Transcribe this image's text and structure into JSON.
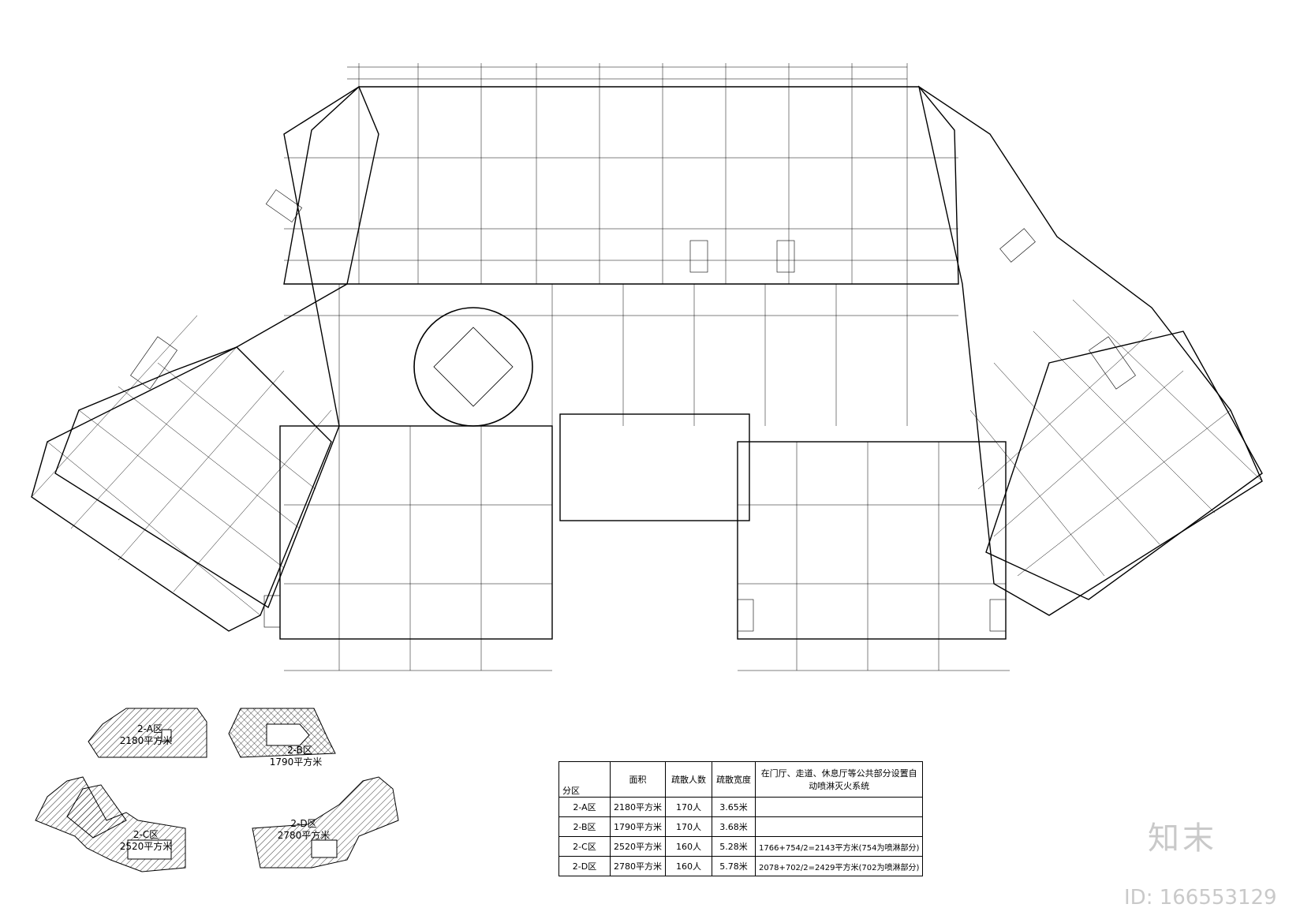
{
  "watermark": {
    "brand": "知末",
    "id": "ID: 166553129"
  },
  "zone_diagrams": [
    {
      "name": "2-A区",
      "area": "2180平方米"
    },
    {
      "name": "2-B区",
      "area": "1790平方米"
    },
    {
      "name": "2-C区",
      "area": "2520平方米"
    },
    {
      "name": "2-D区",
      "area": "2780平方米"
    }
  ],
  "zone_table": {
    "headers": [
      "分区",
      "面积",
      "疏散人数",
      "疏散宽度",
      "在门厅、走道、休息厅等公共部分设置自动喷淋灭火系统"
    ],
    "rows": [
      [
        "2-A区",
        "2180平方米",
        "170人",
        "3.65米",
        ""
      ],
      [
        "2-B区",
        "1790平方米",
        "170人",
        "3.68米",
        ""
      ],
      [
        "2-C区",
        "2520平方米",
        "160人",
        "5.28米",
        "1766+754/2=2143平方米(754为喷淋部分)"
      ],
      [
        "2-D区",
        "2780平方米",
        "160人",
        "5.78米",
        "2078+702/2=2429平方米(702为喷淋部分)"
      ]
    ]
  }
}
